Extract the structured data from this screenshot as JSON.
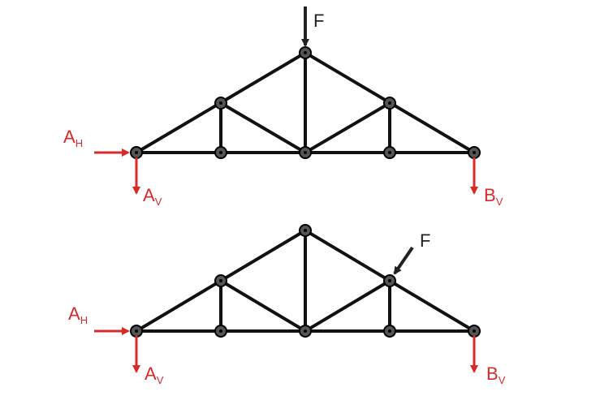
{
  "colors": {
    "member": "#111111",
    "reaction": "#d62b2b",
    "load": "#222222",
    "joint_fill": "#555555"
  },
  "trusses": [
    {
      "load_label": "F",
      "load_at": "apex",
      "load_direction": "vertical",
      "reactions": [
        {
          "main": "A",
          "sub": "H",
          "direction": "horizontal-right"
        },
        {
          "main": "A",
          "sub": "V",
          "direction": "down"
        },
        {
          "main": "B",
          "sub": "V",
          "direction": "down"
        }
      ]
    },
    {
      "load_label": "F",
      "load_at": "right-upper-node",
      "load_direction": "inclined",
      "reactions": [
        {
          "main": "A",
          "sub": "H",
          "direction": "horizontal-right"
        },
        {
          "main": "A",
          "sub": "V",
          "direction": "down"
        },
        {
          "main": "B",
          "sub": "V",
          "direction": "down"
        }
      ]
    }
  ]
}
